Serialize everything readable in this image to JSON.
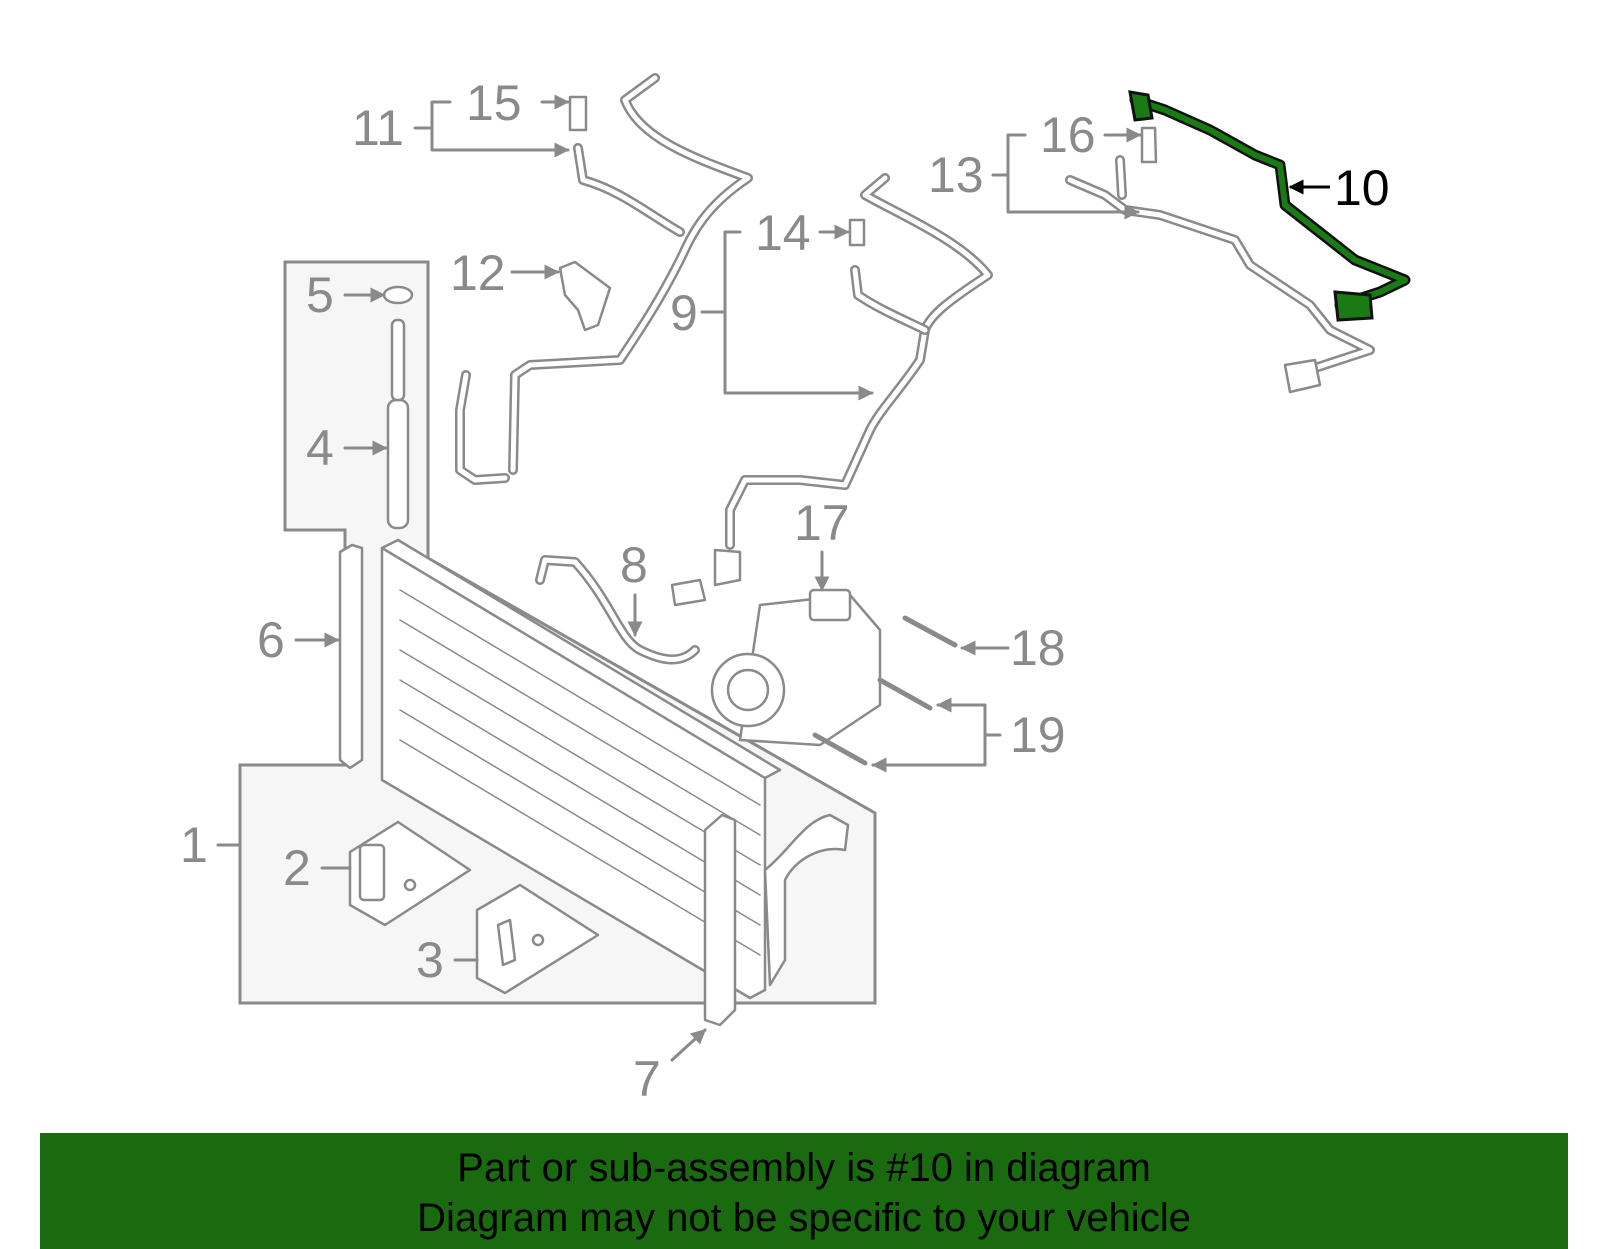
{
  "diagram": {
    "highlight_color": "#1a7a14",
    "highlighted_part": "10",
    "callouts": {
      "c1": "1",
      "c2": "2",
      "c3": "3",
      "c4": "4",
      "c5": "5",
      "c6": "6",
      "c7": "7",
      "c8": "8",
      "c9": "9",
      "c10": "10",
      "c11": "11",
      "c12": "12",
      "c13": "13",
      "c14": "14",
      "c15": "15",
      "c16": "16",
      "c17": "17",
      "c18": "18",
      "c19": "19"
    }
  },
  "banner": {
    "background": "#1a6b10",
    "line1": "Part or sub-assembly is #10 in diagram",
    "line2": "Diagram may not be specific to your vehicle"
  }
}
